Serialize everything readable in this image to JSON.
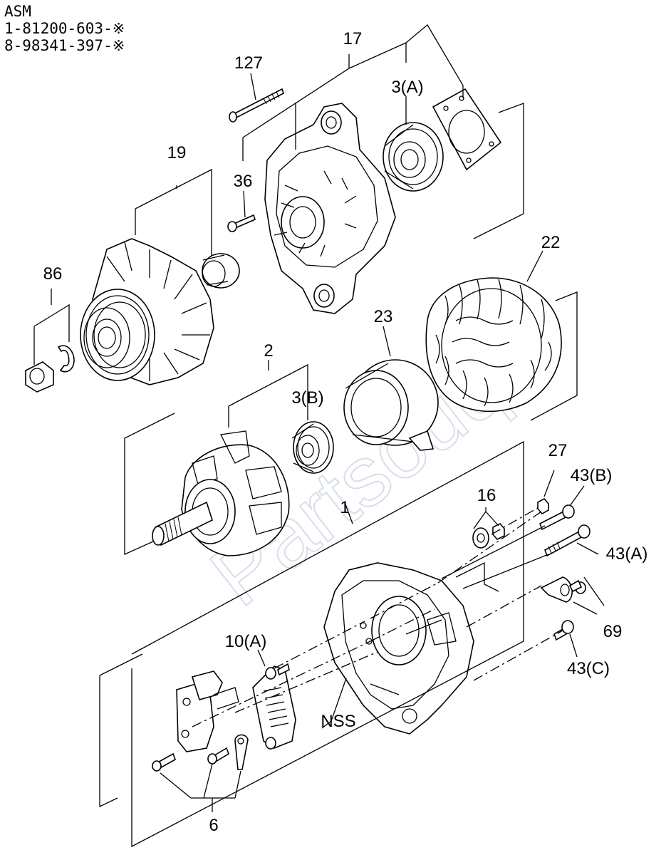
{
  "header": {
    "line1": "ASM",
    "line2": "1-81200-603-※",
    "line3": "8-98341-397-※"
  },
  "callouts": {
    "p127": "127",
    "p17": "17",
    "p3a": "3(A)",
    "p19": "19",
    "p36": "36",
    "p22": "22",
    "p86": "86",
    "p23": "23",
    "p2": "2",
    "p3b": "3(B)",
    "p27": "27",
    "p43b": "43(B)",
    "p16": "16",
    "p1": "1",
    "p43a": "43(A)",
    "p69": "69",
    "p10a": "10(A)",
    "p43c": "43(C)",
    "nss": "NSS",
    "p6": "6"
  },
  "watermark": "Partsouq",
  "colors": {
    "line": "#000000",
    "background": "#ffffff",
    "watermark": "#b8c2d8"
  }
}
